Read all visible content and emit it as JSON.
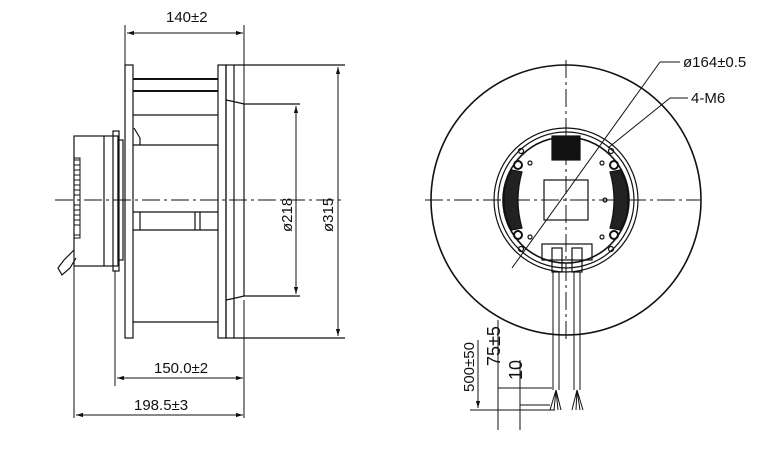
{
  "drawing": {
    "title": "Centrifugal fan dimension drawing",
    "side_view": {
      "width_label": "140±2",
      "inner_diameter_label": "ø218",
      "outer_diameter_label": "ø315",
      "impeller_depth_label": "150.0±2",
      "overall_depth_label": "198.5±3"
    },
    "front_view": {
      "bolt_circle_label": "ø164±0.5",
      "holes_label": "4-M6",
      "cable_length_label": "500±50",
      "strip_length_label": "75±5",
      "end_label": "10"
    },
    "colors": {
      "line": "#111111",
      "background": "#ffffff"
    }
  }
}
